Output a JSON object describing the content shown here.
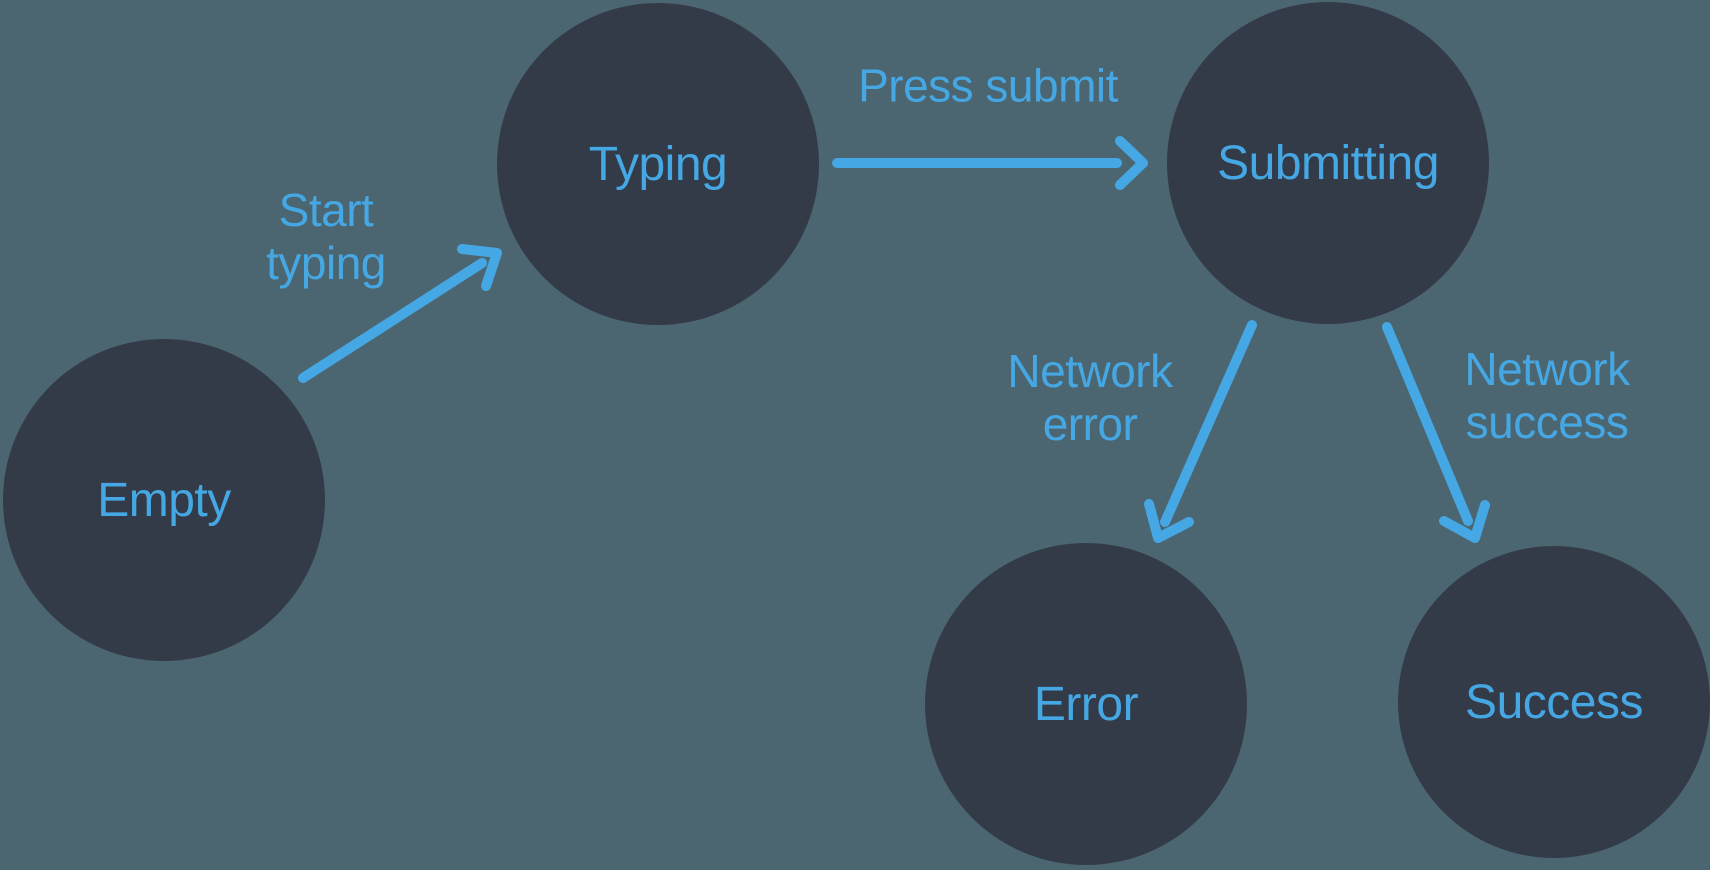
{
  "colors": {
    "background": "#4c6671",
    "node": "#333b48",
    "accent": "#45a7e3"
  },
  "diagram": {
    "type": "state-machine",
    "states": [
      {
        "id": "empty",
        "label": "Empty"
      },
      {
        "id": "typing",
        "label": "Typing"
      },
      {
        "id": "submitting",
        "label": "Submitting"
      },
      {
        "id": "error",
        "label": "Error"
      },
      {
        "id": "success",
        "label": "Success"
      }
    ],
    "transitions": [
      {
        "from": "empty",
        "to": "typing",
        "label": "Start typing"
      },
      {
        "from": "typing",
        "to": "submitting",
        "label": "Press submit"
      },
      {
        "from": "submitting",
        "to": "error",
        "label": "Network error"
      },
      {
        "from": "submitting",
        "to": "success",
        "label": "Network success"
      }
    ]
  }
}
